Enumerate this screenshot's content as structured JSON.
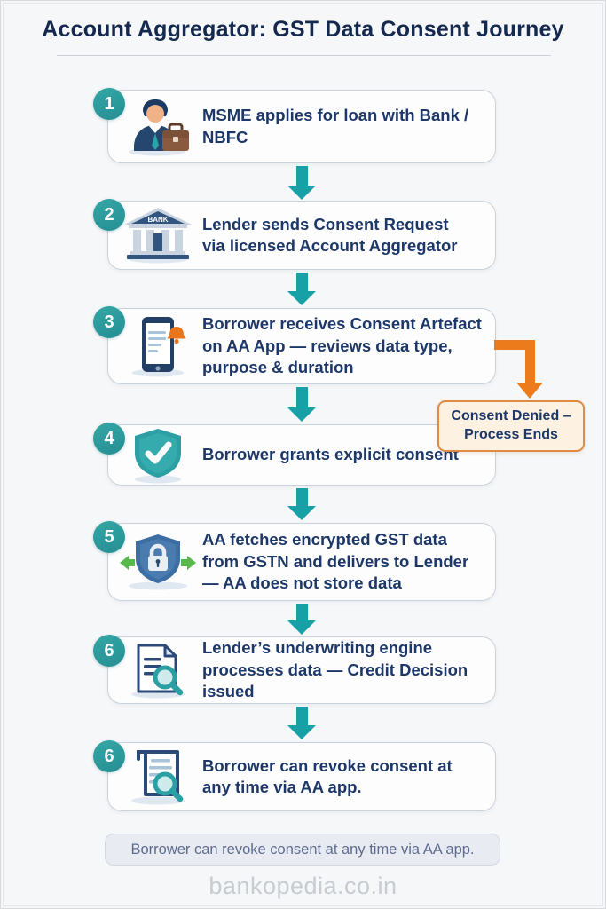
{
  "page": {
    "title": "Account Aggregator: GST Data Consent Journey",
    "note": "Borrower can revoke consent at any time via AA app.",
    "footer": "bankopedia.co.in"
  },
  "colors": {
    "teal": "#2d9fa0",
    "navy_text": "#1d3868",
    "orange": "#ec7b1c",
    "denied_bg": "#fdf2e2",
    "denied_border": "#df8a45"
  },
  "steps": [
    {
      "number": "1",
      "icon": "businessman-briefcase-icon",
      "text": "MSME applies for loan with Bank / NBFC"
    },
    {
      "number": "2",
      "icon": "bank-building-icon",
      "text": "Lender sends Consent Request via licensed Account Aggregator"
    },
    {
      "number": "3",
      "icon": "smartphone-notification-icon",
      "text": "Borrower receives Consent Artefact on AA App — reviews data type, purpose & duration"
    },
    {
      "number": "4",
      "icon": "shield-check-icon",
      "text": "Borrower grants explicit consent"
    },
    {
      "number": "5",
      "icon": "shield-lock-transfer-icon",
      "text": "AA fetches encrypted GST data from GSTN and delivers to Lender — AA does not store data"
    },
    {
      "number": "6",
      "icon": "document-magnifier-icon",
      "text": "Lender’s underwriting engine processes data — Credit Decision issued"
    },
    {
      "number": "6",
      "icon": "document-revoke-icon",
      "text": "Borrower can revoke consent at any time via AA app."
    }
  ],
  "branch": {
    "line1": "Consent Denied –",
    "line2": "Process Ends"
  }
}
